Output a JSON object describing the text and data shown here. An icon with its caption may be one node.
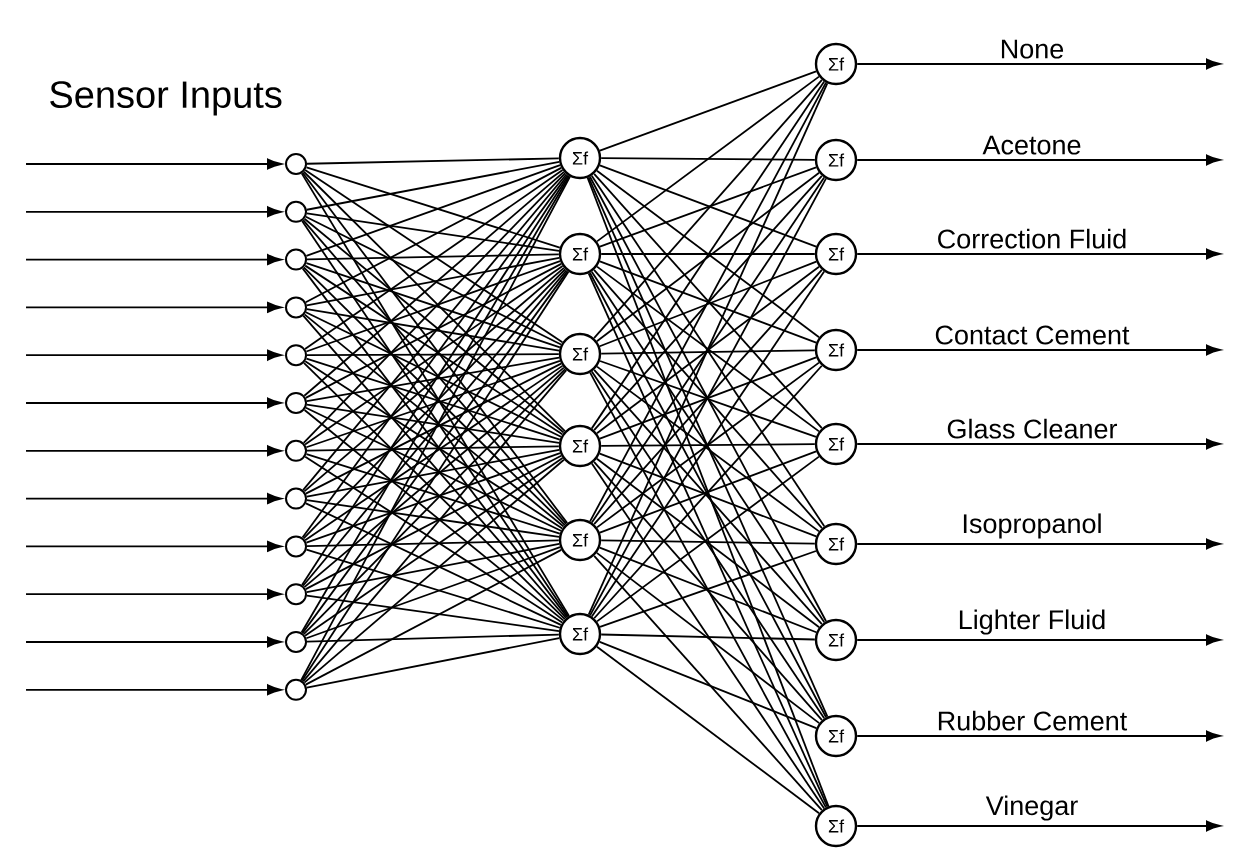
{
  "diagram": {
    "title": "Sensor Inputs",
    "nodes": [
      {
        "text": [],
        "shape": "circle"
      },
      {
        "text": [],
        "shape": "circle"
      },
      {
        "text": [],
        "shape": "circle"
      },
      {
        "text": [],
        "shape": "circle"
      },
      {
        "text": [],
        "shape": "circle"
      },
      {
        "text": [],
        "shape": "circle"
      },
      {
        "text": [],
        "shape": "circle"
      },
      {
        "text": [],
        "shape": "circle"
      },
      {
        "text": [],
        "shape": "circle"
      },
      {
        "text": [],
        "shape": "circle"
      },
      {
        "text": [],
        "shape": "circle"
      },
      {
        "text": [],
        "shape": "circle"
      },
      {
        "text": [
          "Σf"
        ]
      },
      {
        "text": [
          "Σf"
        ]
      },
      {
        "text": [
          "Σf"
        ]
      },
      {
        "text": [
          "Σf"
        ]
      },
      {
        "text": [
          "Σf"
        ]
      },
      {
        "text": [
          "Σf"
        ]
      },
      {
        "text": [
          "Σf"
        ]
      },
      {
        "text": [
          "Σf"
        ]
      },
      {
        "text": [
          "Σf"
        ]
      },
      {
        "text": [
          "Σf"
        ]
      },
      {
        "text": [
          "Σf"
        ]
      },
      {
        "text": [
          "Σf"
        ]
      },
      {
        "text": [
          "Σf"
        ]
      },
      {
        "text": [
          "Σf"
        ]
      },
      {
        "text": [
          "Σf"
        ]
      }
    ],
    "edges": [
      {
        "from": null,
        "to": 0,
        "arrow": "to"
      },
      {
        "from": null,
        "to": 1,
        "arrow": "to"
      },
      {
        "from": null,
        "to": 2,
        "arrow": "to"
      },
      {
        "from": null,
        "to": 3,
        "arrow": "to"
      },
      {
        "from": null,
        "to": 4,
        "arrow": "to"
      },
      {
        "from": null,
        "to": 5,
        "arrow": "to"
      },
      {
        "from": null,
        "to": 6,
        "arrow": "to"
      },
      {
        "from": null,
        "to": 7,
        "arrow": "to"
      },
      {
        "from": null,
        "to": 8,
        "arrow": "to"
      },
      {
        "from": null,
        "to": 9,
        "arrow": "to"
      },
      {
        "from": null,
        "to": 10,
        "arrow": "to"
      },
      {
        "from": null,
        "to": 11,
        "arrow": "to"
      },
      {
        "from": 0,
        "to": 12,
        "arrow": "none"
      },
      {
        "from": 0,
        "to": 13,
        "arrow": "none"
      },
      {
        "from": 0,
        "to": 14,
        "arrow": "none"
      },
      {
        "from": 0,
        "to": 15,
        "arrow": "none"
      },
      {
        "from": 0,
        "to": 16,
        "arrow": "none"
      },
      {
        "from": 0,
        "to": 17,
        "arrow": "none"
      },
      {
        "from": 1,
        "to": 12,
        "arrow": "none"
      },
      {
        "from": 1,
        "to": 13,
        "arrow": "none"
      },
      {
        "from": 1,
        "to": 14,
        "arrow": "none"
      },
      {
        "from": 1,
        "to": 15,
        "arrow": "none"
      },
      {
        "from": 1,
        "to": 16,
        "arrow": "none"
      },
      {
        "from": 1,
        "to": 17,
        "arrow": "none"
      },
      {
        "from": 2,
        "to": 12,
        "arrow": "none"
      },
      {
        "from": 2,
        "to": 13,
        "arrow": "none"
      },
      {
        "from": 2,
        "to": 14,
        "arrow": "none"
      },
      {
        "from": 2,
        "to": 15,
        "arrow": "none"
      },
      {
        "from": 2,
        "to": 16,
        "arrow": "none"
      },
      {
        "from": 2,
        "to": 17,
        "arrow": "none"
      },
      {
        "from": 3,
        "to": 12,
        "arrow": "none"
      },
      {
        "from": 3,
        "to": 13,
        "arrow": "none"
      },
      {
        "from": 3,
        "to": 14,
        "arrow": "none"
      },
      {
        "from": 3,
        "to": 15,
        "arrow": "none"
      },
      {
        "from": 3,
        "to": 16,
        "arrow": "none"
      },
      {
        "from": 3,
        "to": 17,
        "arrow": "none"
      },
      {
        "from": 4,
        "to": 12,
        "arrow": "none"
      },
      {
        "from": 4,
        "to": 13,
        "arrow": "none"
      },
      {
        "from": 4,
        "to": 14,
        "arrow": "none"
      },
      {
        "from": 4,
        "to": 15,
        "arrow": "none"
      },
      {
        "from": 4,
        "to": 16,
        "arrow": "none"
      },
      {
        "from": 4,
        "to": 17,
        "arrow": "none"
      },
      {
        "from": 5,
        "to": 12,
        "arrow": "none"
      },
      {
        "from": 5,
        "to": 13,
        "arrow": "none"
      },
      {
        "from": 5,
        "to": 14,
        "arrow": "none"
      },
      {
        "from": 5,
        "to": 15,
        "arrow": "none"
      },
      {
        "from": 5,
        "to": 16,
        "arrow": "none"
      },
      {
        "from": 5,
        "to": 17,
        "arrow": "none"
      },
      {
        "from": 6,
        "to": 12,
        "arrow": "none"
      },
      {
        "from": 6,
        "to": 13,
        "arrow": "none"
      },
      {
        "from": 6,
        "to": 14,
        "arrow": "none"
      },
      {
        "from": 6,
        "to": 15,
        "arrow": "none"
      },
      {
        "from": 6,
        "to": 16,
        "arrow": "none"
      },
      {
        "from": 6,
        "to": 17,
        "arrow": "none"
      },
      {
        "from": 7,
        "to": 12,
        "arrow": "none"
      },
      {
        "from": 7,
        "to": 13,
        "arrow": "none"
      },
      {
        "from": 7,
        "to": 14,
        "arrow": "none"
      },
      {
        "from": 7,
        "to": 15,
        "arrow": "none"
      },
      {
        "from": 7,
        "to": 16,
        "arrow": "none"
      },
      {
        "from": 7,
        "to": 17,
        "arrow": "none"
      },
      {
        "from": 8,
        "to": 12,
        "arrow": "none"
      },
      {
        "from": 8,
        "to": 13,
        "arrow": "none"
      },
      {
        "from": 8,
        "to": 14,
        "arrow": "none"
      },
      {
        "from": 8,
        "to": 15,
        "arrow": "none"
      },
      {
        "from": 8,
        "to": 16,
        "arrow": "none"
      },
      {
        "from": 8,
        "to": 17,
        "arrow": "none"
      },
      {
        "from": 9,
        "to": 12,
        "arrow": "none"
      },
      {
        "from": 9,
        "to": 13,
        "arrow": "none"
      },
      {
        "from": 9,
        "to": 14,
        "arrow": "none"
      },
      {
        "from": 9,
        "to": 15,
        "arrow": "none"
      },
      {
        "from": 9,
        "to": 16,
        "arrow": "none"
      },
      {
        "from": 9,
        "to": 17,
        "arrow": "none"
      },
      {
        "from": 10,
        "to": 12,
        "arrow": "none"
      },
      {
        "from": 10,
        "to": 13,
        "arrow": "none"
      },
      {
        "from": 10,
        "to": 14,
        "arrow": "none"
      },
      {
        "from": 10,
        "to": 15,
        "arrow": "none"
      },
      {
        "from": 10,
        "to": 16,
        "arrow": "none"
      },
      {
        "from": 10,
        "to": 17,
        "arrow": "none"
      },
      {
        "from": 11,
        "to": 12,
        "arrow": "none"
      },
      {
        "from": 11,
        "to": 13,
        "arrow": "none"
      },
      {
        "from": 11,
        "to": 14,
        "arrow": "none"
      },
      {
        "from": 11,
        "to": 15,
        "arrow": "none"
      },
      {
        "from": 11,
        "to": 16,
        "arrow": "none"
      },
      {
        "from": 11,
        "to": 17,
        "arrow": "none"
      },
      {
        "from": 12,
        "to": 18,
        "arrow": "none"
      },
      {
        "from": 12,
        "to": 19,
        "arrow": "none"
      },
      {
        "from": 12,
        "to": 20,
        "arrow": "none"
      },
      {
        "from": 12,
        "to": 21,
        "arrow": "none"
      },
      {
        "from": 12,
        "to": 22,
        "arrow": "none"
      },
      {
        "from": 12,
        "to": 23,
        "arrow": "none"
      },
      {
        "from": 12,
        "to": 24,
        "arrow": "none"
      },
      {
        "from": 12,
        "to": 25,
        "arrow": "none"
      },
      {
        "from": 12,
        "to": 26,
        "arrow": "none"
      },
      {
        "from": 13,
        "to": 18,
        "arrow": "none"
      },
      {
        "from": 13,
        "to": 19,
        "arrow": "none"
      },
      {
        "from": 13,
        "to": 20,
        "arrow": "none"
      },
      {
        "from": 13,
        "to": 21,
        "arrow": "none"
      },
      {
        "from": 13,
        "to": 22,
        "arrow": "none"
      },
      {
        "from": 13,
        "to": 23,
        "arrow": "none"
      },
      {
        "from": 13,
        "to": 24,
        "arrow": "none"
      },
      {
        "from": 13,
        "to": 25,
        "arrow": "none"
      },
      {
        "from": 13,
        "to": 26,
        "arrow": "none"
      },
      {
        "from": 14,
        "to": 18,
        "arrow": "none"
      },
      {
        "from": 14,
        "to": 19,
        "arrow": "none"
      },
      {
        "from": 14,
        "to": 20,
        "arrow": "none"
      },
      {
        "from": 14,
        "to": 21,
        "arrow": "none"
      },
      {
        "from": 14,
        "to": 22,
        "arrow": "none"
      },
      {
        "from": 14,
        "to": 23,
        "arrow": "none"
      },
      {
        "from": 14,
        "to": 24,
        "arrow": "none"
      },
      {
        "from": 14,
        "to": 25,
        "arrow": "none"
      },
      {
        "from": 14,
        "to": 26,
        "arrow": "none"
      },
      {
        "from": 15,
        "to": 18,
        "arrow": "none"
      },
      {
        "from": 15,
        "to": 19,
        "arrow": "none"
      },
      {
        "from": 15,
        "to": 20,
        "arrow": "none"
      },
      {
        "from": 15,
        "to": 21,
        "arrow": "none"
      },
      {
        "from": 15,
        "to": 22,
        "arrow": "none"
      },
      {
        "from": 15,
        "to": 23,
        "arrow": "none"
      },
      {
        "from": 15,
        "to": 24,
        "arrow": "none"
      },
      {
        "from": 15,
        "to": 25,
        "arrow": "none"
      },
      {
        "from": 15,
        "to": 26,
        "arrow": "none"
      },
      {
        "from": 16,
        "to": 18,
        "arrow": "none"
      },
      {
        "from": 16,
        "to": 19,
        "arrow": "none"
      },
      {
        "from": 16,
        "to": 20,
        "arrow": "none"
      },
      {
        "from": 16,
        "to": 21,
        "arrow": "none"
      },
      {
        "from": 16,
        "to": 22,
        "arrow": "none"
      },
      {
        "from": 16,
        "to": 23,
        "arrow": "none"
      },
      {
        "from": 16,
        "to": 24,
        "arrow": "none"
      },
      {
        "from": 16,
        "to": 25,
        "arrow": "none"
      },
      {
        "from": 16,
        "to": 26,
        "arrow": "none"
      },
      {
        "from": 17,
        "to": 18,
        "arrow": "none"
      },
      {
        "from": 17,
        "to": 19,
        "arrow": "none"
      },
      {
        "from": 17,
        "to": 20,
        "arrow": "none"
      },
      {
        "from": 17,
        "to": 21,
        "arrow": "none"
      },
      {
        "from": 17,
        "to": 22,
        "arrow": "none"
      },
      {
        "from": 17,
        "to": 23,
        "arrow": "none"
      },
      {
        "from": 17,
        "to": 24,
        "arrow": "none"
      },
      {
        "from": 17,
        "to": 25,
        "arrow": "none"
      },
      {
        "from": 17,
        "to": 26,
        "arrow": "none"
      },
      {
        "from": 18,
        "to": null,
        "arrow": "to",
        "label": "None"
      },
      {
        "from": 19,
        "to": null,
        "arrow": "to",
        "label": "Acetone"
      },
      {
        "from": 20,
        "to": null,
        "arrow": "to",
        "label": "Correction Fluid"
      },
      {
        "from": 21,
        "to": null,
        "arrow": "to",
        "label": "Contact Cement"
      },
      {
        "from": 22,
        "to": null,
        "arrow": "to",
        "label": "Glass Cleaner"
      },
      {
        "from": 23,
        "to": null,
        "arrow": "to",
        "label": "Isopropanol"
      },
      {
        "from": 24,
        "to": null,
        "arrow": "to",
        "label": "Lighter Fluid"
      },
      {
        "from": 25,
        "to": null,
        "arrow": "to",
        "label": "Rubber Cement"
      },
      {
        "from": 26,
        "to": null,
        "arrow": "to",
        "label": "Vinegar"
      }
    ]
  }
}
